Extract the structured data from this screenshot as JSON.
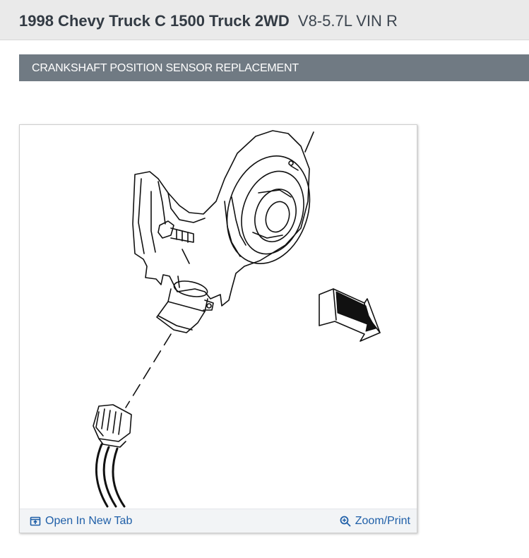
{
  "header": {
    "vehicle": "1998 Chevy Truck C 1500 Truck 2WD",
    "engine": "V8-5.7L VIN R"
  },
  "section": {
    "title": "CRANKSHAFT POSITION SENSOR REPLACEMENT"
  },
  "figure": {
    "actions": {
      "open_tab": {
        "label": "Open In New Tab",
        "icon": "open-in-new-tab-icon"
      },
      "zoom_print": {
        "label": "Zoom/Print",
        "icon": "magnifier-icon"
      }
    }
  },
  "colors": {
    "header_bg": "#eaeaea",
    "section_bg": "#707a83",
    "link": "#1f5fa8",
    "footer_bg": "#f2f4f6"
  }
}
